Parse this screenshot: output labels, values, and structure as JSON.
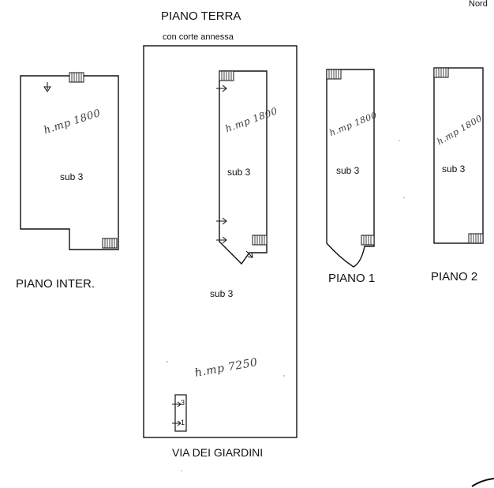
{
  "header": {
    "title": "PIANO TERRA",
    "subtitle": "con corte annessa",
    "north": "Nord"
  },
  "floors": {
    "intermediate": {
      "label": "PIANO INTER.",
      "unit": "sub 3",
      "note": "h.mp 1800"
    },
    "ground_building": {
      "unit": "sub 3",
      "note": "h.mp 1800"
    },
    "ground_lot": {
      "unit": "sub 3",
      "note": "h.mp 7250"
    },
    "first": {
      "label": "PIANO 1",
      "unit": "sub 3",
      "note": "h.mp 1800"
    },
    "second": {
      "label": "PIANO 2",
      "unit": "sub 3",
      "note": "h.mp 1800"
    }
  },
  "street": {
    "label": "VIA DEI GIARDINI"
  },
  "entry_markers": {
    "upper": "3",
    "lower": "1"
  }
}
